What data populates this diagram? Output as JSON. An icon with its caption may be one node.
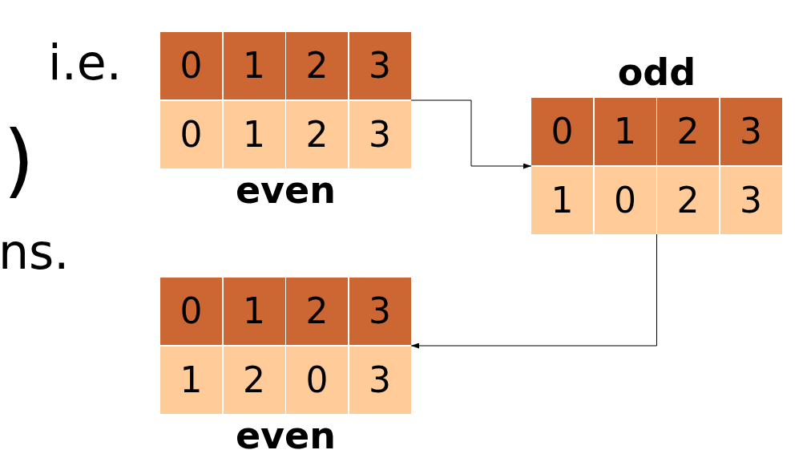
{
  "diagram": {
    "nodes": [
      {
        "text": [
          "0",
          "1",
          "2",
          "3",
          "0",
          "1",
          "2",
          "3",
          "even"
        ]
      },
      {
        "text": [
          "odd",
          "0",
          "1",
          "2",
          "3",
          "1",
          "0",
          "2",
          "3"
        ]
      },
      {
        "text": [
          "0",
          "1",
          "2",
          "3",
          "1",
          "2",
          "0",
          "3",
          "even"
        ]
      }
    ],
    "edges": [
      {
        "from": 0,
        "to": 1,
        "arrow": "to"
      },
      {
        "from": 1,
        "to": 2,
        "arrow": "to"
      }
    ],
    "labels": [
      "i.e.",
      ")",
      "ns."
    ]
  }
}
